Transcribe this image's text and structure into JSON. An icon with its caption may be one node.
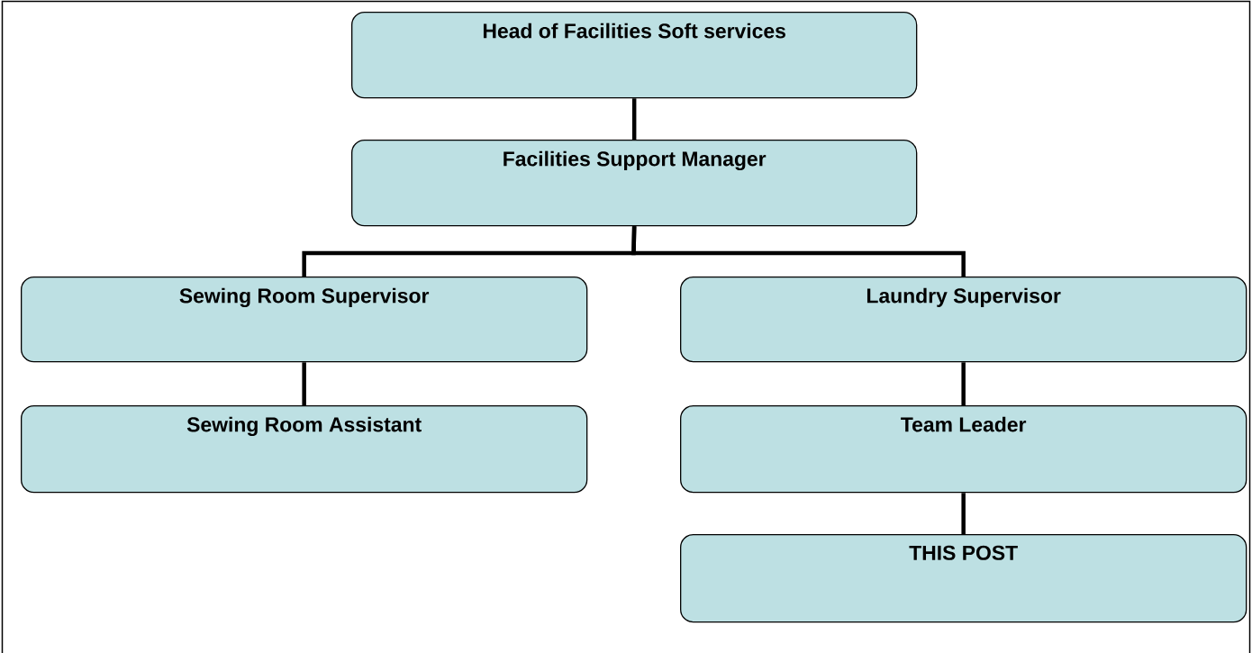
{
  "diagram": {
    "nodes": [
      {
        "text": [
          "Head of Facilities Soft services"
        ]
      },
      {
        "text": [
          "Facilities Support Manager"
        ]
      },
      {
        "text": [
          "Sewing Room Supervisor"
        ]
      },
      {
        "text": [
          "Laundry Supervisor"
        ]
      },
      {
        "text": [
          "Sewing Room Assistant"
        ]
      },
      {
        "text": [
          "Team Leader"
        ]
      },
      {
        "text": [
          "THIS POST"
        ]
      }
    ],
    "edges": [
      {
        "from": 0,
        "to": 1,
        "arrow": "none"
      },
      {
        "from": 1,
        "to": 2,
        "arrow": "none"
      },
      {
        "from": 1,
        "to": 3,
        "arrow": "none"
      },
      {
        "from": 2,
        "to": 4,
        "arrow": "none"
      },
      {
        "from": 3,
        "to": 5,
        "arrow": "none"
      },
      {
        "from": 5,
        "to": 6,
        "arrow": "none"
      }
    ]
  }
}
